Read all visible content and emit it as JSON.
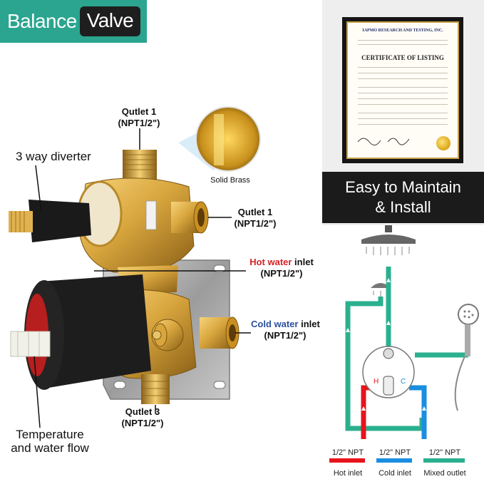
{
  "header": {
    "word1": "Balance",
    "word2": "Valve"
  },
  "labels": {
    "outlet_top_name": "Qutlet 1",
    "outlet_top_spec": "(NPT1/2\")",
    "diverter": "3 way diverter",
    "solid_brass": "Solid Brass",
    "outlet_right_name": "Qutlet 1",
    "outlet_right_spec": "(NPT1/2\")",
    "hot_word": "Hot water",
    "hot_rest": " inlet",
    "hot_spec": "(NPT1/2\")",
    "cold_word": "Cold water",
    "cold_rest": " inlet",
    "cold_spec": "(NPT1/2\")",
    "outlet_bottom_name": "Qutlet 3",
    "outlet_bottom_spec": "(NPT1/2\")",
    "temp_line1": "Temperature",
    "temp_line2": "and water flow"
  },
  "certificate": {
    "org": "IAPMO RESEARCH AND TESTING, INC.",
    "title": "CERTIFICATE OF LISTING"
  },
  "banner": {
    "line1": "Easy to Maintain",
    "line2": "& Install"
  },
  "diagram": {
    "hot_mark": "H",
    "cold_mark": "C",
    "legend": [
      {
        "spec": "1/2\" NPT",
        "name": "Hot inlet",
        "color": "#e8141c"
      },
      {
        "spec": "1/2\" NPT",
        "name": "Cold inlet",
        "color": "#1a8ee0"
      },
      {
        "spec": "1/2\" NPT",
        "name": "Mixed outlet",
        "color": "#2bb08f"
      }
    ]
  },
  "colors": {
    "brand": "#2ba58f",
    "hot": "#e8141c",
    "cold": "#1a8ee0",
    "mixed": "#2bb08f",
    "brass": "#d6a43a"
  }
}
